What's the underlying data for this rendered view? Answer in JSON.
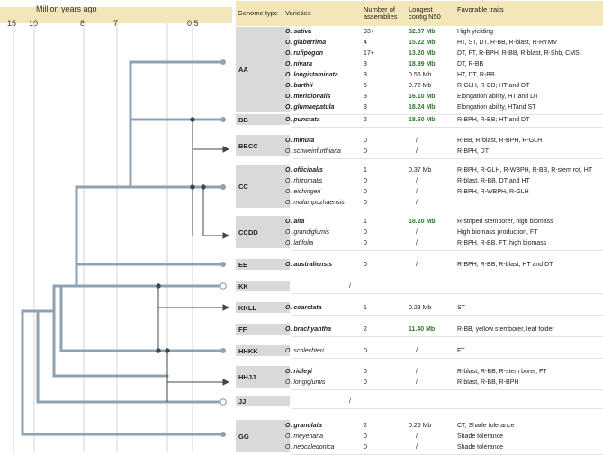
{
  "axis": {
    "title": "Million years ago",
    "ticks": [
      "15",
      "10",
      "8",
      "7",
      "0.5"
    ]
  },
  "headers": {
    "genome_type": "Genome type",
    "varieties": "Varieties",
    "assemblies": "Number of assemblies",
    "n50": "Longest contig N50",
    "traits": "Favorable traits"
  },
  "groups": [
    {
      "genome": "AA",
      "rows": [
        {
          "species": "O. sativa",
          "bold": true,
          "assemblies": "93+",
          "n50": "32.37 Mb",
          "n50_green": true,
          "traits": "High yielding"
        },
        {
          "species": "O. glaberrima",
          "bold": true,
          "assemblies": "4",
          "n50": "15.22 Mb",
          "n50_green": true,
          "traits": "HT, ST, DT, R-BB, R-blast, R-RYMV"
        },
        {
          "species": "O. rufipogon",
          "bold": true,
          "assemblies": "17+",
          "n50": "13.20 Mb",
          "n50_green": true,
          "traits": "DT, FT, R-BPH, R-BB, R-blast, R-Shb, CMS"
        },
        {
          "species": "O. nivara",
          "bold": true,
          "assemblies": "3",
          "n50": "18.99 Mb",
          "n50_green": true,
          "traits": "DT, R-BB"
        },
        {
          "species": "O. longistaminata",
          "bold": true,
          "assemblies": "3",
          "n50": "0.56 Mb",
          "n50_green": false,
          "traits": "HT, DT, R-BB"
        },
        {
          "species": "O. barthii",
          "bold": true,
          "assemblies": "5",
          "n50": "0.72 Mb",
          "n50_green": false,
          "traits": "R-GLH, R-BB; HT and DT"
        },
        {
          "species": "O. meridionalis",
          "bold": true,
          "assemblies": "3",
          "n50": "16.10 Mb",
          "n50_green": true,
          "traits": "Elongation ability, HT and DT"
        },
        {
          "species": "O. glumaepatula",
          "bold": true,
          "assemblies": "3",
          "n50": "18.24 Mb",
          "n50_green": true,
          "traits": "Elongation ability, HTand ST"
        }
      ]
    },
    {
      "genome": "BB",
      "rows": [
        {
          "species": "O. punctata",
          "bold": true,
          "assemblies": "2",
          "n50": "18.60 Mb",
          "n50_green": true,
          "traits": "R-BPH, R-BB; HT and DT"
        }
      ]
    },
    {
      "genome": "BBCC",
      "rows": [
        {
          "species": "O. minuta",
          "bold": true,
          "assemblies": "0",
          "n50": "/",
          "n50_green": false,
          "traits": "R-BB, R-blast, R-BPH, R-GLH"
        },
        {
          "species": "O. schweinfurthiana",
          "bold": false,
          "assemblies": "0",
          "n50": "/",
          "n50_green": false,
          "traits": "R-BPH, DT"
        }
      ]
    },
    {
      "genome": "CC",
      "rows": [
        {
          "species": "O. officinalis",
          "bold": true,
          "assemblies": "1",
          "n50": "0.37 Mb",
          "n50_green": false,
          "traits": "R-BPH, R-GLH, R-WBPH, R-BB, R-stem rot, HT"
        },
        {
          "species": "O. rhizomatis",
          "bold": false,
          "assemblies": "0",
          "n50": "/",
          "n50_green": false,
          "traits": "R-blast, R-BB, DT and HT"
        },
        {
          "species": "O. eichingeri",
          "bold": false,
          "assemblies": "0",
          "n50": "/",
          "n50_green": false,
          "traits": "R-BPH, R-WBPH, R-GLH"
        },
        {
          "species": "O. malampuzhaensis",
          "bold": false,
          "assemblies": "0",
          "n50": "/",
          "n50_green": false,
          "traits": ""
        }
      ]
    },
    {
      "genome": "CCDD",
      "rows": [
        {
          "species": "O. alta",
          "bold": true,
          "assemblies": "1",
          "n50": "18.20 Mb",
          "n50_green": true,
          "traits": "R-striped stemborer, high biomass"
        },
        {
          "species": "O. grandiglumis",
          "bold": false,
          "assemblies": "0",
          "n50": "/",
          "n50_green": false,
          "traits": "High biomass production, FT"
        },
        {
          "species": "O. latifolia",
          "bold": false,
          "assemblies": "0",
          "n50": "/",
          "n50_green": false,
          "traits": "R-BPH, R-BB, FT, high biomass"
        }
      ]
    },
    {
      "genome": "EE",
      "rows": [
        {
          "species": "O. australiensis",
          "bold": true,
          "assemblies": "0",
          "n50": "/",
          "n50_green": false,
          "traits": "R-BPH, R-BB, R-blast; HT and DT"
        }
      ]
    },
    {
      "genome": "KK",
      "rows": [
        {
          "species": "",
          "bold": false,
          "assemblies": "",
          "n50": "/",
          "n50_green": false,
          "traits": ""
        }
      ]
    },
    {
      "genome": "KKLL",
      "rows": [
        {
          "species": "O. coarctata",
          "bold": true,
          "assemblies": "1",
          "n50": "0.23 Mb",
          "n50_green": false,
          "traits": "ST"
        }
      ]
    },
    {
      "genome": "FF",
      "rows": [
        {
          "species": "O. brachyantha",
          "bold": true,
          "assemblies": "2",
          "n50": "11.40 Mb",
          "n50_green": true,
          "traits": "R-BB, yellow stemborer, leaf folder"
        }
      ]
    },
    {
      "genome": "HHKK",
      "rows": [
        {
          "species": "O. schlechteri",
          "bold": false,
          "assemblies": "0",
          "n50": "/",
          "n50_green": false,
          "traits": "FT"
        }
      ]
    },
    {
      "genome": "HHJJ",
      "rows": [
        {
          "species": "O. ridleyi",
          "bold": true,
          "assemblies": "0",
          "n50": "/",
          "n50_green": false,
          "traits": "R-blast, R-BB, R-stem borer, FT"
        },
        {
          "species": "O. longiglumis",
          "bold": false,
          "assemblies": "0",
          "n50": "/",
          "n50_green": false,
          "traits": "R-blast, R-BB, R-BPH"
        }
      ]
    },
    {
      "genome": "JJ",
      "rows": [
        {
          "species": "",
          "bold": false,
          "assemblies": "",
          "n50": "/",
          "n50_green": false,
          "traits": ""
        }
      ]
    },
    {
      "genome": "GG",
      "rows": [
        {
          "species": "O. granulata",
          "bold": true,
          "assemblies": "2",
          "n50": "0.26 Mb",
          "n50_green": false,
          "traits": "CT, Shade tolerance"
        },
        {
          "species": "O. meyeriana",
          "bold": false,
          "assemblies": "0",
          "n50": "/",
          "n50_green": false,
          "traits": "Shade tolerance"
        },
        {
          "species": "O. neocaledonica",
          "bold": false,
          "assemblies": "0",
          "n50": "/",
          "n50_green": false,
          "traits": "Shade tolerance"
        }
      ]
    }
  ]
}
